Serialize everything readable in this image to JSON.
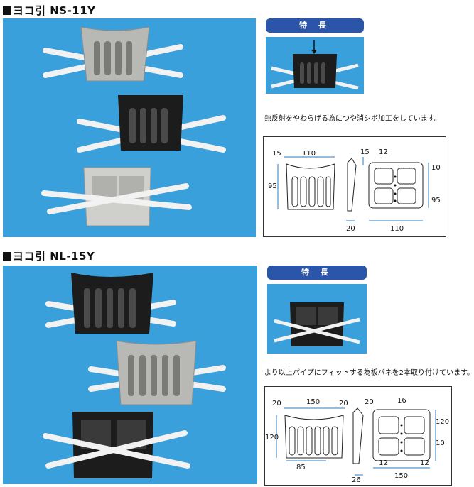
{
  "sections": [
    {
      "title": "ヨコ引 NS-11Y",
      "feature_badge": "特 長",
      "description": "熱反射をやわらげる為につや消シボ加工をしています。",
      "dims": {
        "front_top": "110",
        "front_left_offset": "15",
        "front_height": "95",
        "side_top": "15",
        "side_bottom": "20",
        "back_top": "12",
        "back_right_top": "10",
        "back_height": "95",
        "back_width": "110"
      }
    },
    {
      "title": "ヨコ引 NL-15Y",
      "feature_badge": "特 長",
      "description": "より以上パイプにフィットする為板バネを2本取り付けています。",
      "dims": {
        "front_left_offset": "20",
        "front_top": "150",
        "front_right_offset": "20",
        "front_height": "120",
        "front_bottom": "85",
        "side_top": "20",
        "side_bottom": "26",
        "back_top": "16",
        "back_height": "120",
        "back_right_mid": "10",
        "back_bottom_left": "12",
        "back_bottom_right": "12",
        "back_width": "150"
      }
    }
  ],
  "colors": {
    "photo_background": "#3aa0dc",
    "badge_background": "#2a55a8",
    "product_gray": "#b8b8b4",
    "product_black": "#1c1c1c",
    "spring_white": "#f2f2f2"
  }
}
